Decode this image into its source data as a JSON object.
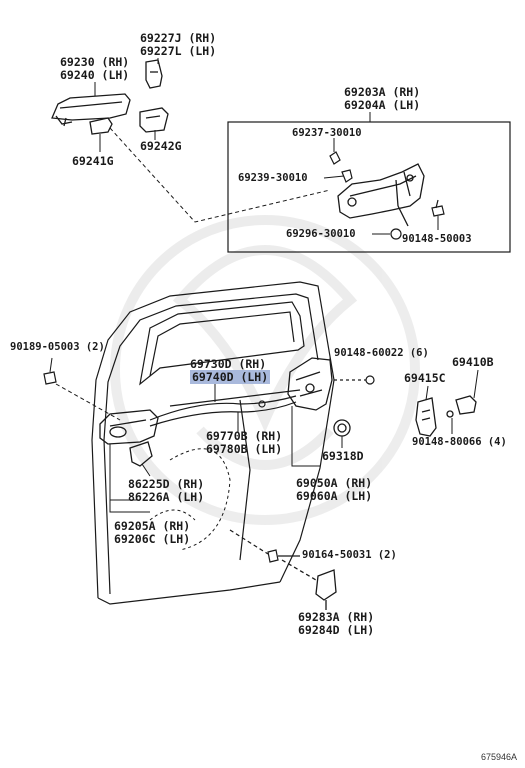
{
  "labels": {
    "l69230": "69230 (RH)",
    "l69240": "69240 (LH)",
    "l69227j": "69227J (RH)",
    "l69227l": "69227L (LH)",
    "l69241g": "69241G",
    "l69242g": "69242G",
    "l69203a": "69203A (RH)",
    "l69204a": "69204A (LH)",
    "l69237": "69237-30010",
    "l69239": "69239-30010",
    "l69296": "69296-30010",
    "l90148a": "90148-50003",
    "l90189": "90189-05003 (2)",
    "l69730d": "69730D (RH)",
    "l69740d": "69740D (LH)",
    "l90148b": "90148-60022 (6)",
    "l69410b": "69410B",
    "l69415c": "69415C",
    "l90148c": "90148-80066 (4)",
    "l69770b": "69770B (RH)",
    "l69780b": "69780B (LH)",
    "l69318d": "69318D",
    "l69050a": "69050A (RH)",
    "l69060a": "69060A (LH)",
    "l86225d": "86225D (RH)",
    "l86226a": "86226A (LH)",
    "l69205a": "69205A (RH)",
    "l69206c": "69206C (LH)",
    "l90164": "90164-50031 (2)",
    "l69283a": "69283A (RH)",
    "l69284d": "69284D (LH)",
    "figure_id": "675946A"
  },
  "colors": {
    "line": "#1a1a1a",
    "highlight": "#a9b9dc"
  }
}
